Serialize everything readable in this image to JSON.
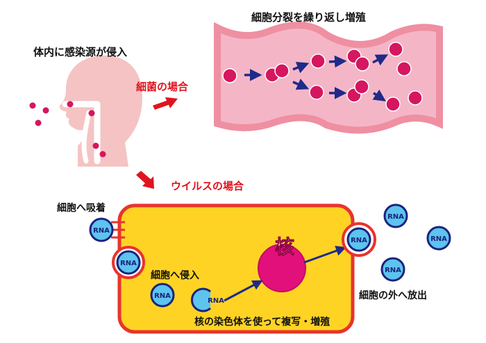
{
  "labels": {
    "infection": "体内に感染源が侵入",
    "bacteria_case": "細菌の場合",
    "cell_division": "細胞分裂を繰り返し増殖",
    "virus_case": "ウイルスの場合",
    "adsorb": "細胞へ吸着",
    "invade": "細胞へ侵入",
    "nucleus": "核",
    "replicate": "核の染色体を使って複写・増殖",
    "release": "細胞の外へ放出"
  },
  "rna_label": "RNA",
  "colors": {
    "red_label": "#e0141e",
    "pink_dot": "#d6165f",
    "cell_fill": "#ffd324",
    "cell_border": "#e8342c",
    "nucleus": "#e2107a",
    "rna_fill": "#5cc4ee",
    "rna_border": "#1a237e",
    "vessel_outer": "#ef8fa2",
    "vessel_inner": "#f4b6c6",
    "arrow_navy": "#1f2a8a",
    "head_fill": "#f5c3c3"
  },
  "icons": [
    "head-silhouette-icon",
    "blood-vessel-icon",
    "cell-icon",
    "nucleus-icon",
    "rna-virus-icon",
    "arrow-icon"
  ]
}
